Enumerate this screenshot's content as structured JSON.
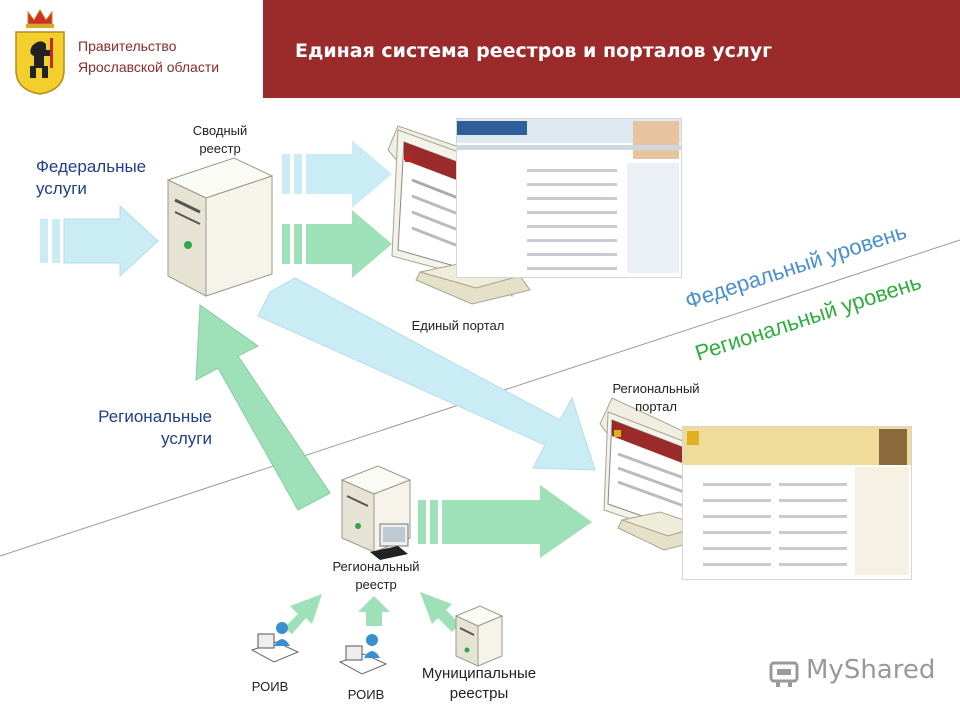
{
  "header": {
    "gov_line1": "Правительство",
    "gov_line2": "Ярославской области",
    "title": "Единая система реестров и порталов услуг"
  },
  "labels": {
    "federal_services_1": "Федеральные",
    "federal_services_2": "услуги",
    "regional_services_1": "Региональные",
    "regional_services_2": "услуги",
    "consolidated_registry_1": "Сводный",
    "consolidated_registry_2": "реестр",
    "unified_portal": "Единый портал",
    "regional_portal_1": "Региональный",
    "regional_portal_2": "портал",
    "regional_registry_1": "Региональный",
    "regional_registry_2": "реестр",
    "roiv_1": "РОИВ",
    "roiv_2": "РОИВ",
    "municipal_1": "Муниципальные",
    "municipal_2": "реестры",
    "federal_level": "Федеральный уровень",
    "regional_level": "Региональный уровень",
    "watermark": "MyShared"
  },
  "colors": {
    "header_bar": "#9b2b2b",
    "arrow_blue": "#c9ecf5",
    "arrow_green": "#9ee0b8",
    "federal_level": "#4a90d0",
    "regional_level": "#2fae3f"
  }
}
